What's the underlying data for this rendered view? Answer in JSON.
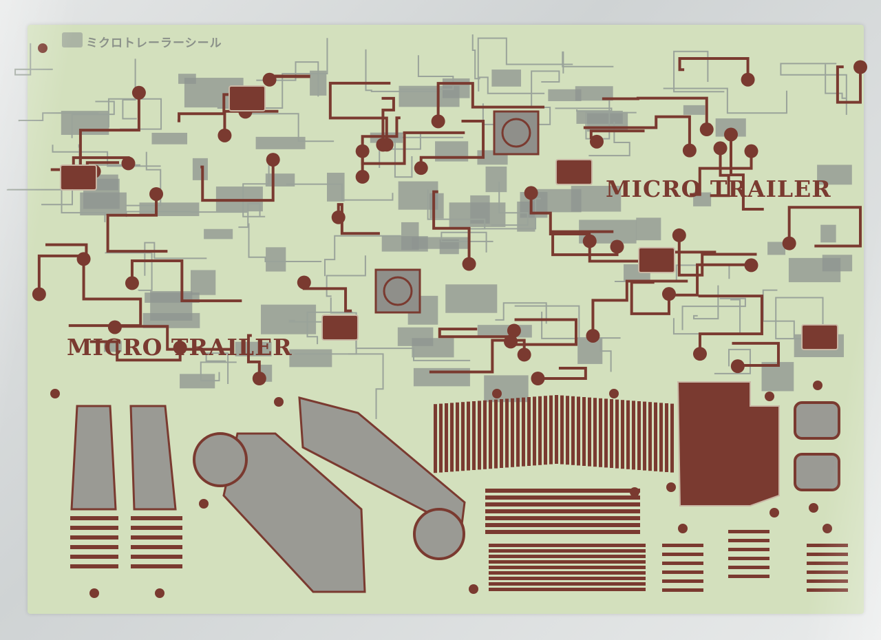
{
  "sheet": {
    "title": "ミクロトレーラーシール",
    "labels": [
      "MICRO TRAILER",
      "MICRO TRAILER"
    ]
  },
  "colors": {
    "sheet": "#d3e0bd",
    "brown": "#7a3a30",
    "gray": "#8e9490"
  }
}
